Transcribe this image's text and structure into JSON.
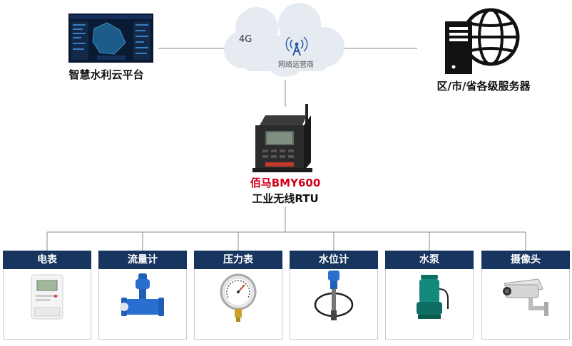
{
  "platform": {
    "label": "智慧水利云平台"
  },
  "network": {
    "label": "4G",
    "operator": "网络运营商"
  },
  "server": {
    "label": "区/市/省各级服务器"
  },
  "device": {
    "brand": "佰马BMY600",
    "subtitle": "工业无线RTU"
  },
  "sensors": [
    {
      "label": "电表",
      "icon": "electricity-meter-icon"
    },
    {
      "label": "流量计",
      "icon": "flow-meter-icon"
    },
    {
      "label": "压力表",
      "icon": "pressure-gauge-icon"
    },
    {
      "label": "水位计",
      "icon": "water-level-sensor-icon"
    },
    {
      "label": "水泵",
      "icon": "water-pump-icon"
    },
    {
      "label": "摄像头",
      "icon": "cctv-camera-icon"
    }
  ],
  "colors": {
    "header": "#17355f",
    "brand": "#d0021b",
    "line": "#9aa0a6",
    "cloud": "#e6ebf1"
  }
}
